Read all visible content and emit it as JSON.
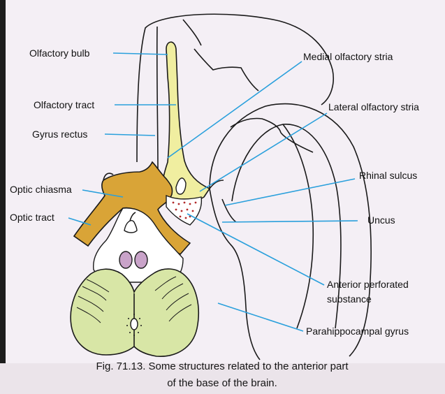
{
  "labels": {
    "olfactory_bulb": "Olfactory bulb",
    "olfactory_tract": "Olfactory tract",
    "gyrus_rectus": "Gyrus rectus",
    "optic_chiasma": "Optic chiasma",
    "optic_tract": "Optic tract",
    "medial_olfactory_stria": "Medial olfactory stria",
    "lateral_olfactory_stria": "Lateral olfactory stria",
    "rhinal_sulcus": "Rhinal sulcus",
    "uncus": "Uncus",
    "anterior_perforated_substance_line1": "Anterior perforated",
    "anterior_perforated_substance_line2": "substance",
    "parahippocampal_gyrus": "Parahippocampal gyrus"
  },
  "caption": {
    "line1": "Fig. 71.13. Some structures related to the anterior part",
    "line2": "of the base of the brain."
  },
  "colors": {
    "olfactory": "#f0eea0",
    "optic": "#d9a437",
    "brainstem": "#d8e6a6",
    "mammillary": "#c9a3c9",
    "leader": "#2aa0dc",
    "perforated_dots": "#b22a2a"
  }
}
